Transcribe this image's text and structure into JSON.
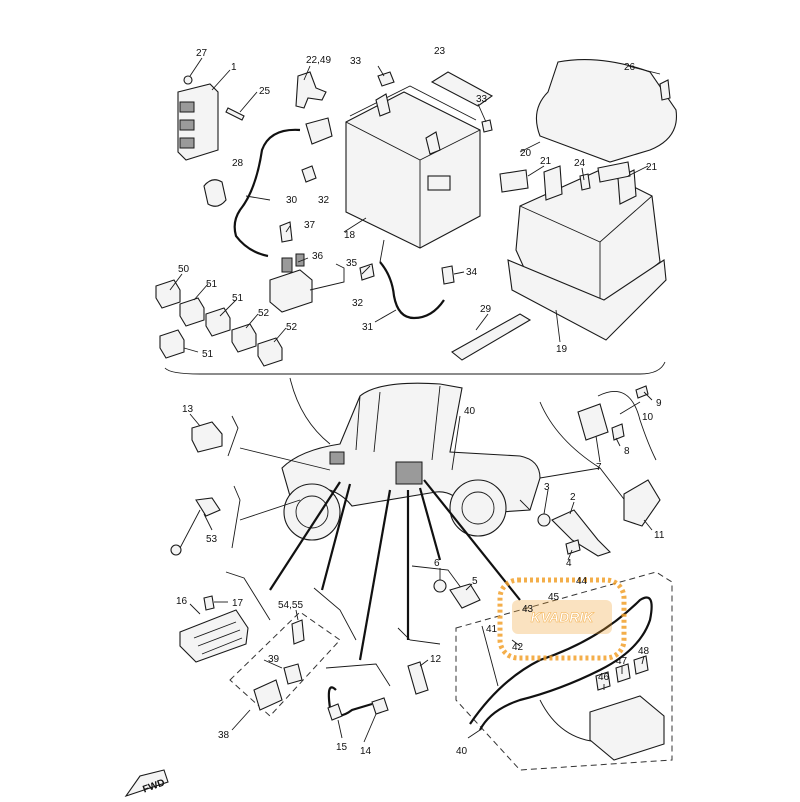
{
  "callouts": {
    "c1": "1",
    "c25": "25",
    "c27": "27",
    "c28": "28",
    "c2249": "22,49",
    "c33a": "33",
    "c33b": "33",
    "c23": "23",
    "c26": "26",
    "c20": "20",
    "c21a": "21",
    "c21b": "21",
    "c24": "24",
    "c30": "30",
    "c32a": "32",
    "c32b": "32",
    "c37": "37",
    "c18": "18",
    "c36": "36",
    "c35": "35",
    "c34": "34",
    "c31": "31",
    "c29": "29",
    "c19": "19",
    "c50": "50",
    "c51a": "51",
    "c51b": "51",
    "c51c": "51",
    "c52a": "52",
    "c52b": "52",
    "c13": "13",
    "c40a": "40",
    "c9": "9",
    "c10": "10",
    "c8": "8",
    "c7": "7",
    "c11": "11",
    "c3": "3",
    "c2": "2",
    "c4": "4",
    "c53": "53",
    "c6": "6",
    "c5": "5",
    "c16": "16",
    "c17": "17",
    "c5455": "54,55",
    "c39": "39",
    "c38": "38",
    "c15": "15",
    "c14": "14",
    "c12": "12",
    "c44": "44",
    "c45": "45",
    "c43": "43",
    "c41": "41",
    "c42": "42",
    "c47": "47",
    "c48": "48",
    "c46": "46",
    "c40b": "40"
  },
  "fwd_label": "FWD",
  "watermark_text": "KVADRIK",
  "colors": {
    "line": "#1a1a1a",
    "watermark": "#f2a02a"
  }
}
